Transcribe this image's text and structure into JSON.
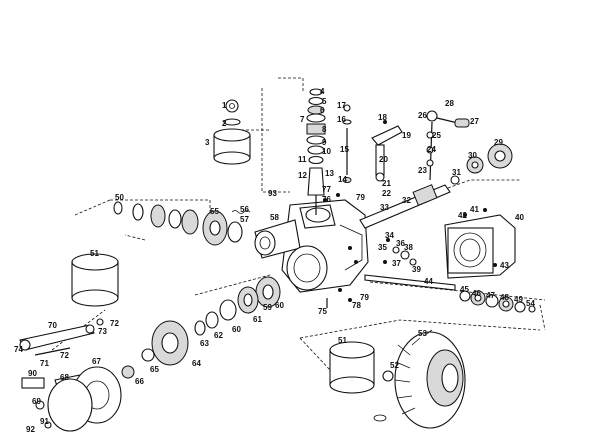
{
  "labels": [
    {
      "id": "p1",
      "text": "1"
    },
    {
      "id": "p2",
      "text": "2"
    },
    {
      "id": "p3",
      "text": "3"
    },
    {
      "id": "p4",
      "text": "4"
    },
    {
      "id": "p5",
      "text": "5"
    },
    {
      "id": "p6",
      "text": "6"
    },
    {
      "id": "p7",
      "text": "7"
    },
    {
      "id": "p8",
      "text": "8"
    },
    {
      "id": "p9",
      "text": "9"
    },
    {
      "id": "p10",
      "text": "10"
    },
    {
      "id": "p11",
      "text": "11"
    },
    {
      "id": "p12",
      "text": "12"
    },
    {
      "id": "p13",
      "text": "13"
    },
    {
      "id": "p14",
      "text": "14"
    },
    {
      "id": "p15",
      "text": "15"
    },
    {
      "id": "p16",
      "text": "16"
    },
    {
      "id": "p17",
      "text": "17"
    },
    {
      "id": "p18",
      "text": "18"
    },
    {
      "id": "p19",
      "text": "19"
    },
    {
      "id": "p20",
      "text": "20"
    },
    {
      "id": "p21",
      "text": "21"
    },
    {
      "id": "p22",
      "text": "22"
    },
    {
      "id": "p23",
      "text": "23"
    },
    {
      "id": "p24",
      "text": "24"
    },
    {
      "id": "p25",
      "text": "25"
    },
    {
      "id": "p26",
      "text": "26"
    },
    {
      "id": "p27",
      "text": "27"
    },
    {
      "id": "p28",
      "text": "28"
    },
    {
      "id": "p29",
      "text": "29"
    },
    {
      "id": "p30",
      "text": "30"
    },
    {
      "id": "p31",
      "text": "31"
    },
    {
      "id": "p32",
      "text": "32"
    },
    {
      "id": "p33",
      "text": "33"
    },
    {
      "id": "p34",
      "text": "34"
    },
    {
      "id": "p35",
      "text": "35"
    },
    {
      "id": "p36",
      "text": "36"
    },
    {
      "id": "p37",
      "text": "37"
    },
    {
      "id": "p38",
      "text": "38"
    },
    {
      "id": "p39",
      "text": "39"
    },
    {
      "id": "p40",
      "text": "40"
    },
    {
      "id": "p41",
      "text": "41"
    },
    {
      "id": "p42",
      "text": "42"
    },
    {
      "id": "p43",
      "text": "43"
    },
    {
      "id": "p44",
      "text": "44"
    },
    {
      "id": "p45",
      "text": "45"
    },
    {
      "id": "p46",
      "text": "46"
    },
    {
      "id": "p47",
      "text": "47"
    },
    {
      "id": "p48",
      "text": "48"
    },
    {
      "id": "p49",
      "text": "49"
    },
    {
      "id": "p50",
      "text": "50"
    },
    {
      "id": "p51a",
      "text": "51"
    },
    {
      "id": "p51b",
      "text": "51"
    },
    {
      "id": "p52",
      "text": "52"
    },
    {
      "id": "p53",
      "text": "53"
    },
    {
      "id": "p54",
      "text": "54"
    },
    {
      "id": "p55",
      "text": "55"
    },
    {
      "id": "p56",
      "text": "56"
    },
    {
      "id": "p57",
      "text": "57"
    },
    {
      "id": "p58",
      "text": "58"
    },
    {
      "id": "p59",
      "text": "59"
    },
    {
      "id": "p60a",
      "text": "60"
    },
    {
      "id": "p60b",
      "text": "60"
    },
    {
      "id": "p61",
      "text": "61"
    },
    {
      "id": "p62",
      "text": "62"
    },
    {
      "id": "p63",
      "text": "63"
    },
    {
      "id": "p64",
      "text": "64"
    },
    {
      "id": "p65",
      "text": "65"
    },
    {
      "id": "p66",
      "text": "66"
    },
    {
      "id": "p67",
      "text": "67"
    },
    {
      "id": "p68",
      "text": "68"
    },
    {
      "id": "p69",
      "text": "69"
    },
    {
      "id": "p70",
      "text": "70"
    },
    {
      "id": "p71",
      "text": "71"
    },
    {
      "id": "p72a",
      "text": "72"
    },
    {
      "id": "p72b",
      "text": "72"
    },
    {
      "id": "p73",
      "text": "73"
    },
    {
      "id": "p74",
      "text": "74"
    },
    {
      "id": "p75",
      "text": "75"
    },
    {
      "id": "p76",
      "text": "76"
    },
    {
      "id": "p77",
      "text": "77"
    },
    {
      "id": "p78",
      "text": "78"
    },
    {
      "id": "p79a",
      "text": "79"
    },
    {
      "id": "p79b",
      "text": "79"
    },
    {
      "id": "p90",
      "text": "90"
    },
    {
      "id": "p91",
      "text": "91"
    },
    {
      "id": "p92",
      "text": "92"
    },
    {
      "id": "p93",
      "text": "93"
    }
  ],
  "colors": {
    "ink": "#111111",
    "paper": "#ffffff",
    "shade": "#d9d9d9"
  }
}
